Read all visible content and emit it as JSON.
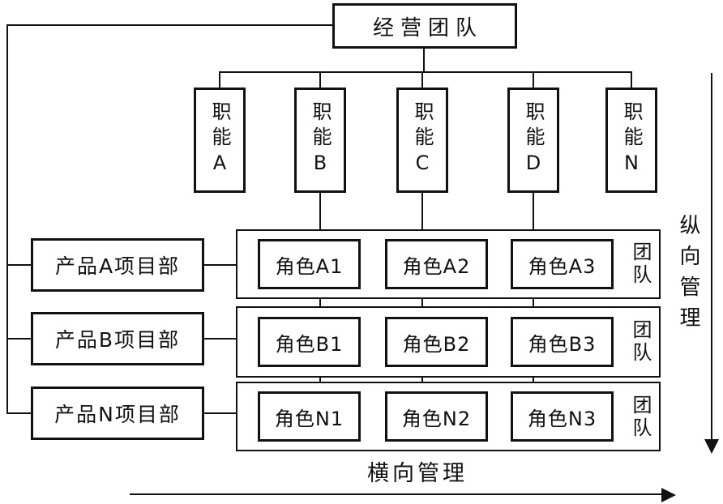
{
  "diagram": {
    "title_box": "经营团队",
    "functions": [
      "职能A",
      "职能B",
      "职能C",
      "职能D",
      "职能N"
    ],
    "products": [
      "产品A项目部",
      "产品B项目部",
      "产品N项目部"
    ],
    "rows": [
      {
        "roles": [
          "角色A1",
          "角色A2",
          "角色A3"
        ],
        "team_label": "团队"
      },
      {
        "roles": [
          "角色B1",
          "角色B2",
          "角色B3"
        ],
        "team_label": "团队"
      },
      {
        "roles": [
          "角色N1",
          "角色N2",
          "角色N3"
        ],
        "team_label": "团队"
      }
    ],
    "vertical_axis_label": "纵向管理",
    "horizontal_axis_label": "横向管理",
    "colors": {
      "line": "#111111",
      "background": "#ffffff"
    }
  }
}
